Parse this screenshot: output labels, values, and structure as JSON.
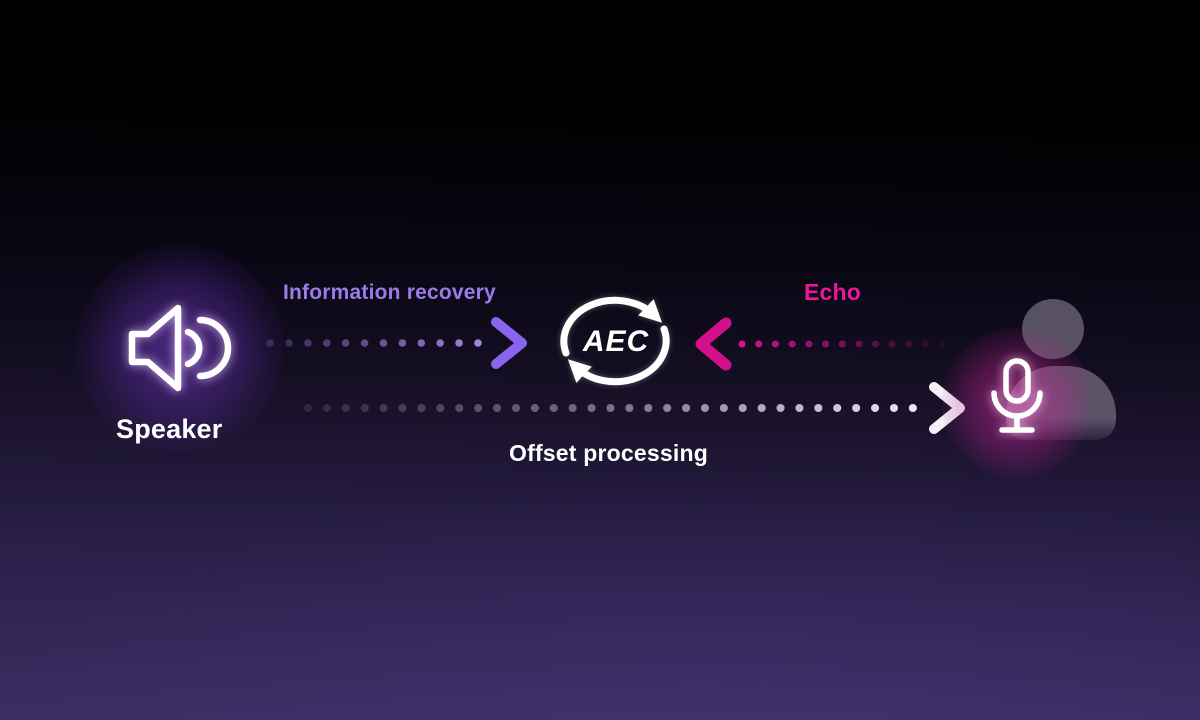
{
  "nodes": {
    "speaker": {
      "label": "Speaker",
      "icon": "speaker-icon"
    },
    "aec": {
      "label": "AEC",
      "icon": "aec-cycle-icon"
    },
    "listener": {
      "icon": "person-silhouette-icon",
      "mic_icon": "microphone-icon"
    }
  },
  "flows": [
    {
      "label": "Information recovery",
      "from": "speaker",
      "to": "aec",
      "direction": "right",
      "style": "dotted",
      "color": "#9d80ea"
    },
    {
      "label": "Echo",
      "from": "microphone",
      "to": "aec",
      "direction": "left",
      "style": "dotted",
      "color": "#d6138f"
    },
    {
      "label": "Offset processing",
      "from": "speaker",
      "to": "microphone",
      "direction": "right",
      "style": "dotted",
      "color": "#efecf6"
    }
  ],
  "colors": {
    "background_top": "#000000",
    "background_bottom": "#3b2d60",
    "info_text": "#9a7be8",
    "echo_text": "#ea179c",
    "offset_text": "#ffffff",
    "speaker_text": "#ffffff",
    "icon_stroke": "#ffffff",
    "speaker_glow": "#7d3ed7",
    "mic_glow": "#db28a5",
    "person_fill": "#8d8798"
  }
}
